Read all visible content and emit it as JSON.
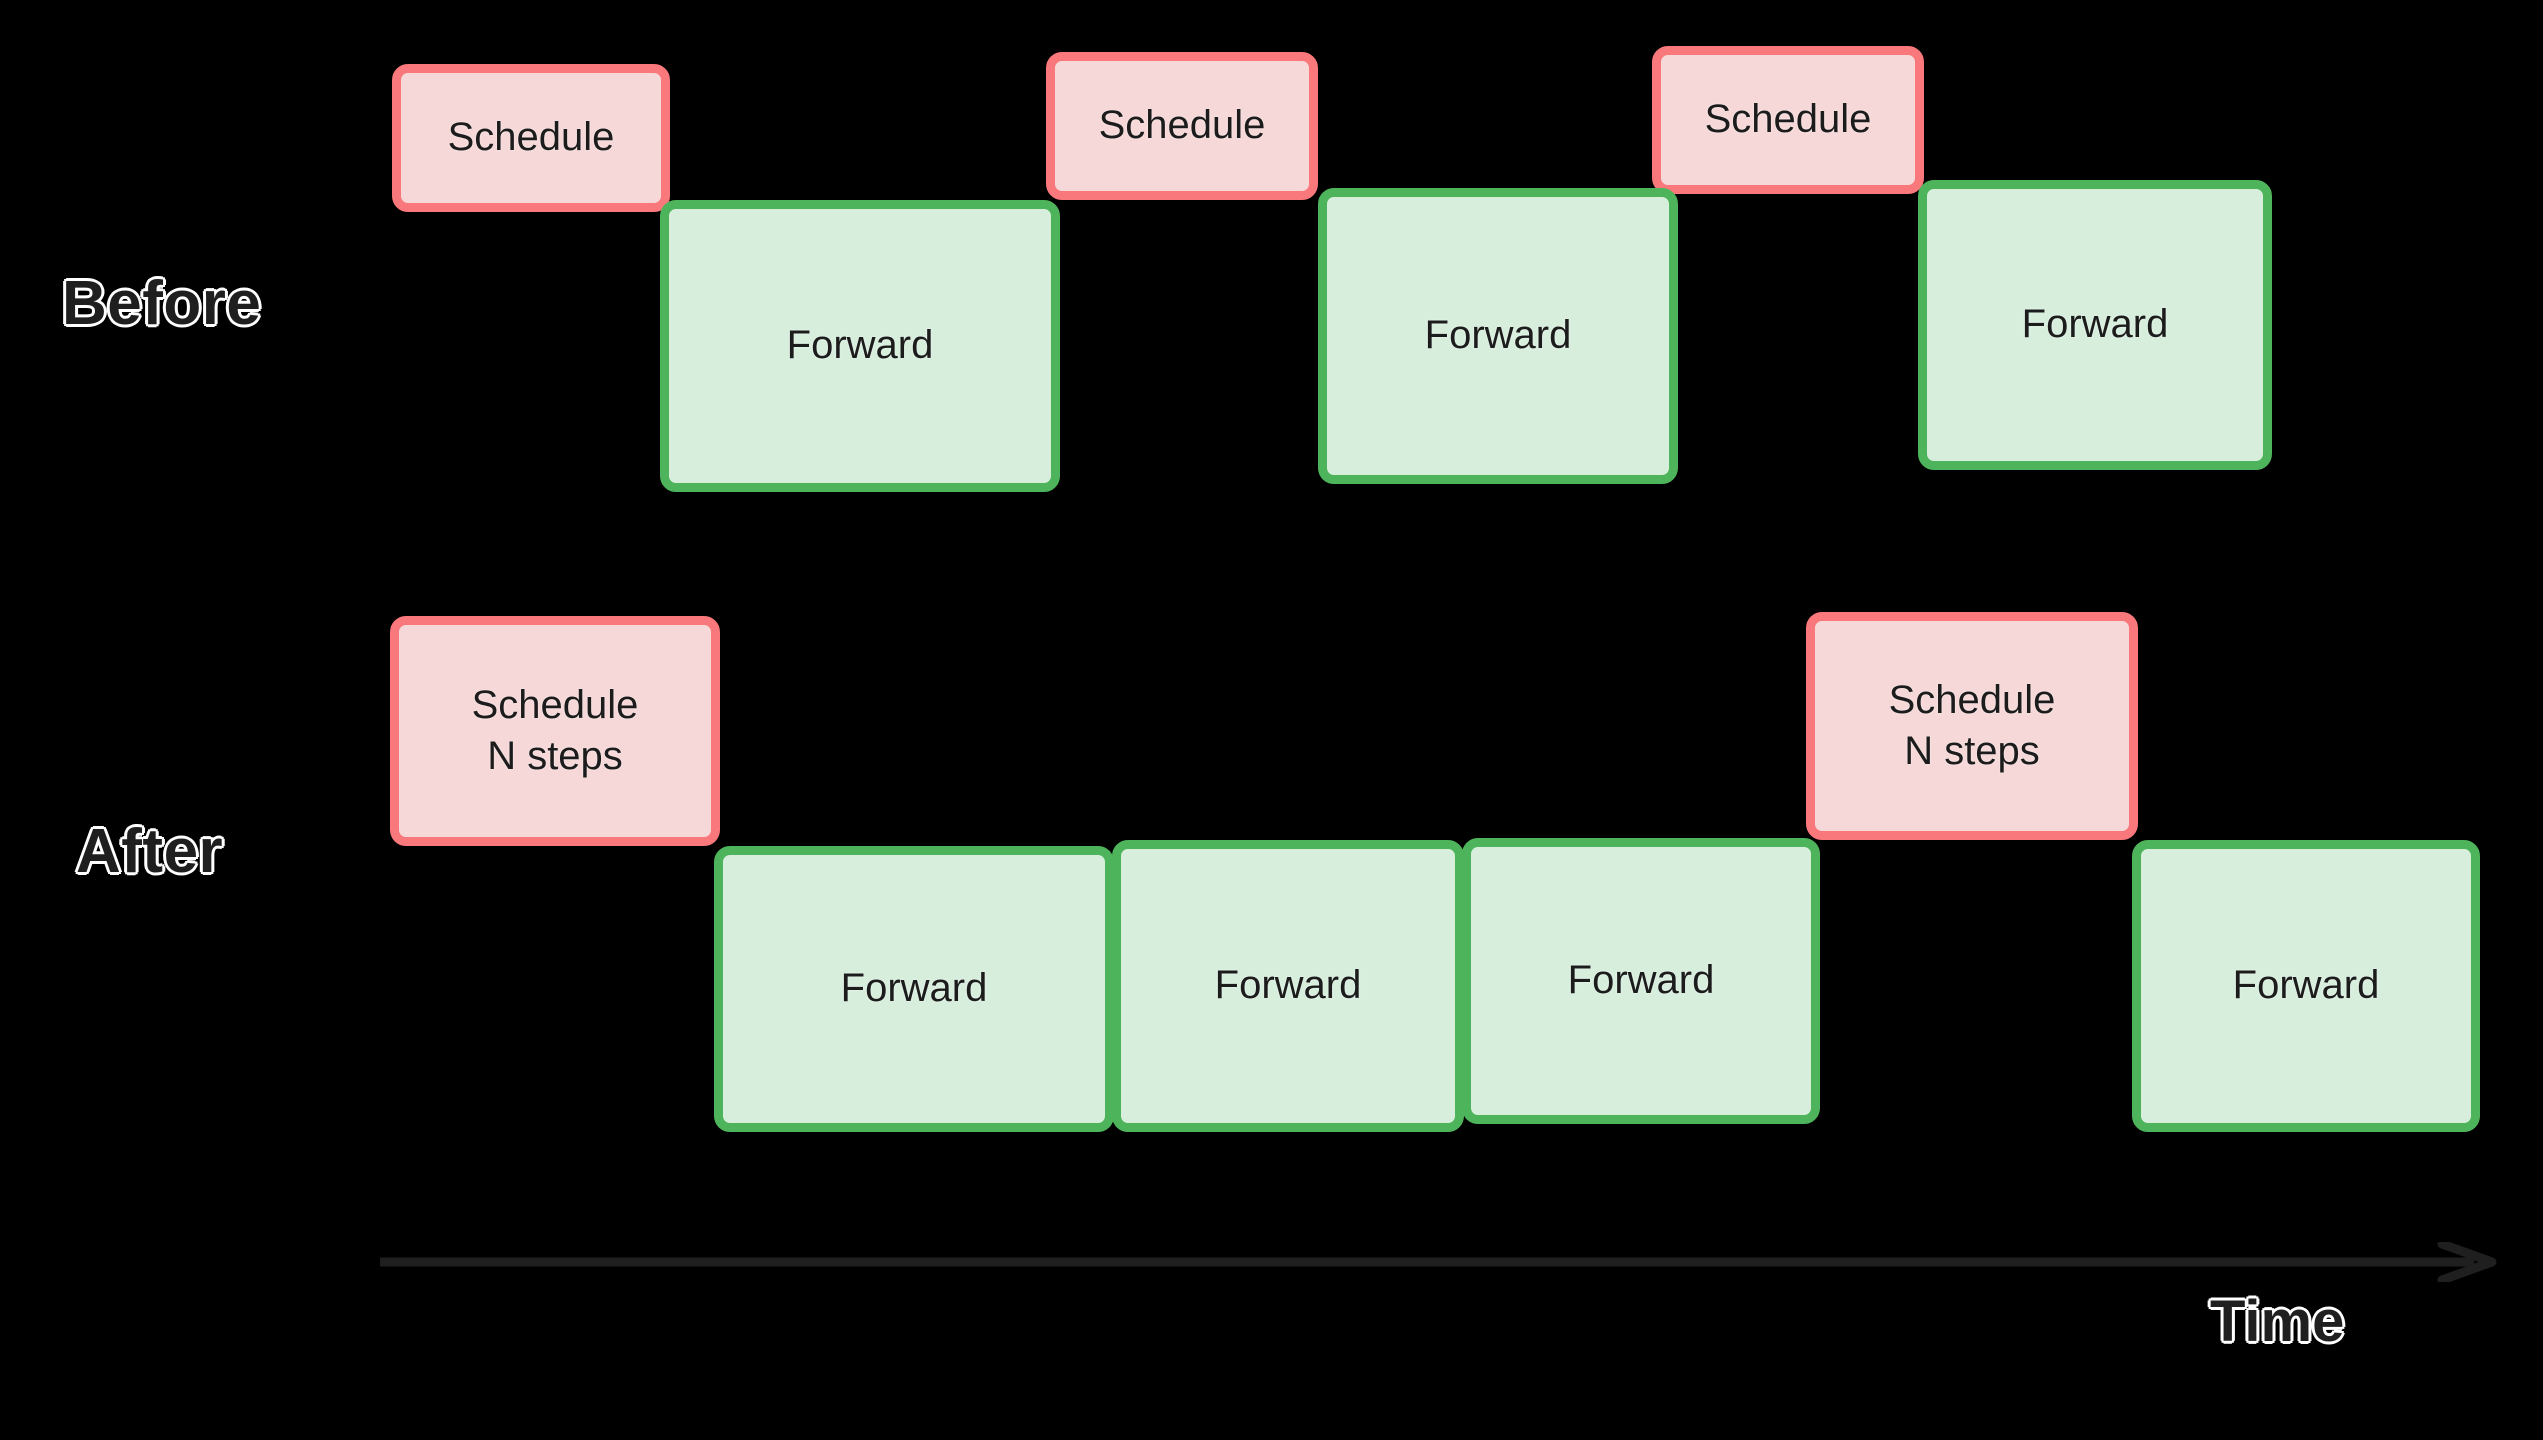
{
  "diagram": {
    "title": "Before and After scheduling timeline",
    "background_color": "#000000",
    "colors": {
      "schedule_fill": "#F6D8D8",
      "schedule_border": "#F8787B",
      "forward_fill": "#D7EEDD",
      "forward_border": "#4EB45C",
      "text": "#1C1C1C",
      "label_outline": "#FFFFFF",
      "axis": "#1F1F1F"
    },
    "rows": [
      {
        "label": "Before",
        "schedule_boxes": [
          {
            "text": "Schedule"
          },
          {
            "text": "Schedule"
          },
          {
            "text": "Schedule"
          }
        ],
        "forward_boxes": [
          {
            "text": "Forward"
          },
          {
            "text": "Forward"
          },
          {
            "text": "Forward"
          }
        ]
      },
      {
        "label": "After",
        "schedule_boxes": [
          {
            "line1": "Schedule",
            "line2": "N steps"
          },
          {
            "line1": "Schedule",
            "line2": "N steps"
          }
        ],
        "forward_boxes": [
          {
            "text": "Forward"
          },
          {
            "text": "Forward"
          },
          {
            "text": "Forward"
          },
          {
            "text": "Forward"
          }
        ]
      }
    ],
    "axis": {
      "label": "Time",
      "direction": "right"
    }
  }
}
